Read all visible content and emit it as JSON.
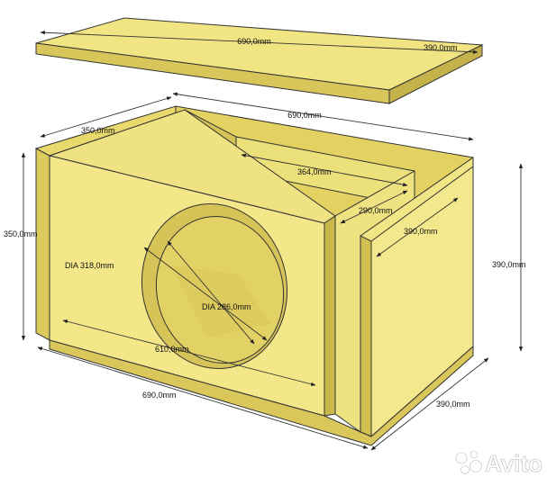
{
  "dimensions": {
    "lid_length": "690,0mm",
    "lid_width": "390,0mm",
    "top_length": "690,0mm",
    "top_depth": "350,0mm",
    "inner_divider": "364,0mm",
    "port_depth": "290,0mm",
    "port_side": "390,0mm",
    "front_height": "350,0mm",
    "back_height": "390,0mm",
    "outer_diameter": "DIA 318,0mm",
    "inner_diameter": "DIA 286,0mm",
    "baffle_width": "610,0mm",
    "bottom_length": "690,0mm",
    "bottom_width": "390,0mm"
  },
  "watermark": {
    "text": "Avito"
  },
  "colors": {
    "wood_light": "#f3e78a",
    "wood_mid": "#e9d96c",
    "wood_dark": "#cdb94c",
    "wood_inner": "#dccb5c",
    "edge": "#333333"
  }
}
